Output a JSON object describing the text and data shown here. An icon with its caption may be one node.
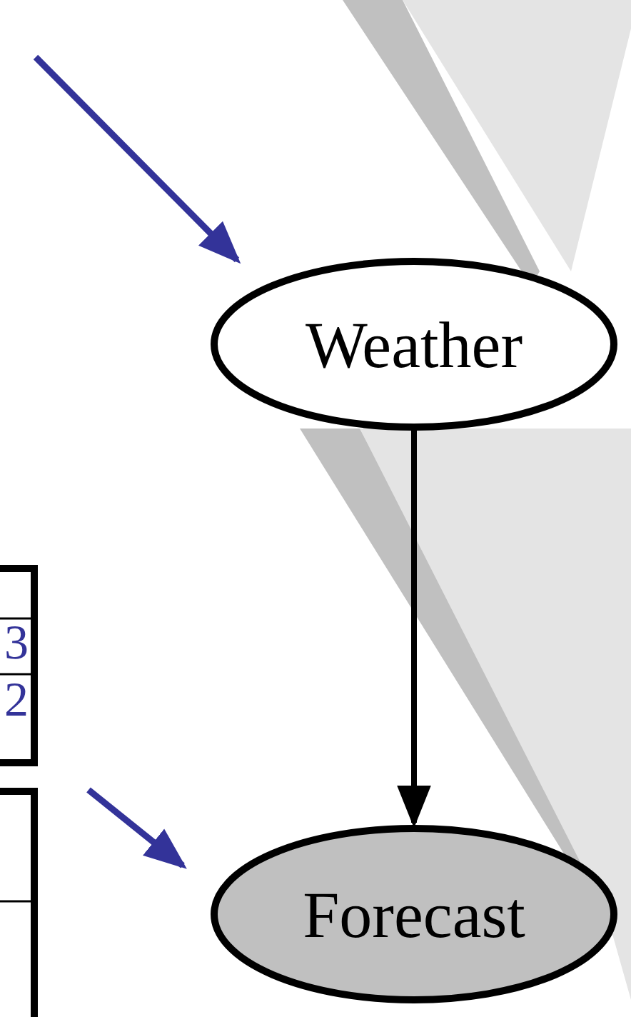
{
  "diagram": {
    "nodes": [
      {
        "text": [
          "Weather"
        ]
      },
      {
        "text": [
          "Forecast"
        ]
      }
    ],
    "edges": [
      {
        "from": null,
        "to": 0,
        "arrow": "to"
      },
      {
        "from": 0,
        "to": 1,
        "arrow": "to",
        "color": "#000000"
      },
      {
        "from": null,
        "to": 1,
        "arrow": "to"
      }
    ],
    "labels": [
      "3",
      "2"
    ]
  }
}
